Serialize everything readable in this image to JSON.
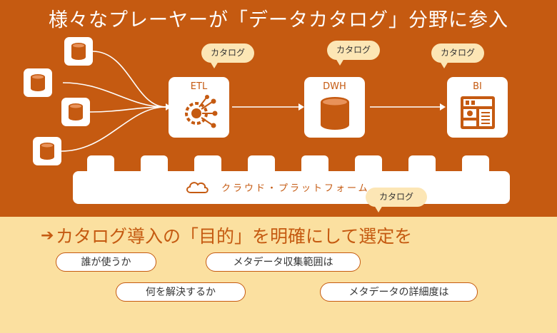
{
  "title": "様々なプレーヤーが「データカタログ」分野に参入",
  "nodes": {
    "etl": "ETL",
    "dwh": "DWH",
    "bi": "BI"
  },
  "catalog_label": "カタログ",
  "platform_label": "クラウド・プラットフォーム",
  "heading": "カタログ導入の「目的」を明確にして選定を",
  "questions": [
    "誰が使うか",
    "メタデータ収集範囲は",
    "何を解決するか",
    "メタデータの詳細度は"
  ],
  "colors": {
    "accent": "#c55a11",
    "background": "#fbe0a0",
    "bubble": "#fce6b5"
  }
}
